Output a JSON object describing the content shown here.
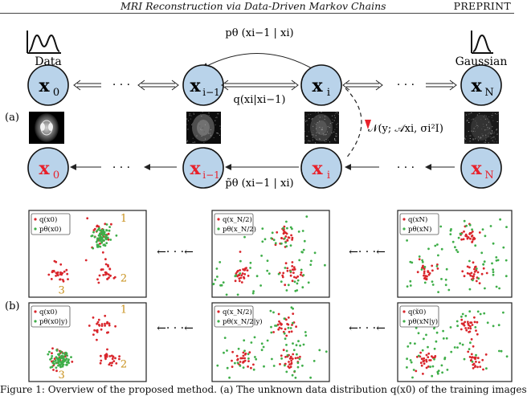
{
  "header": {
    "title": "MRI Reconstruction via Data-Driven Markov Chains",
    "preprint": "PREPRINT"
  },
  "panel_labels": {
    "a": "(a)",
    "b": "(b)"
  },
  "chain": {
    "data_label": "Data",
    "gaussian_label": "Gaussian",
    "ellipsis": "· · ·",
    "nodes_top": [
      {
        "base": "x",
        "sub": "0"
      },
      {
        "base": "x",
        "sub": "i−1"
      },
      {
        "base": "x",
        "sub": "i"
      },
      {
        "base": "x",
        "sub": "N"
      }
    ],
    "nodes_bottom": [
      {
        "base": "x",
        "sub": "0"
      },
      {
        "base": "x",
        "sub": "i−1"
      },
      {
        "base": "x",
        "sub": "i"
      },
      {
        "base": "x",
        "sub": "N"
      }
    ],
    "reverse_label": "pθ (xi−1 | xi)",
    "forward_label": "q(xi|xi−1)",
    "guided_label": "p̃θ (xi−1 | xi)",
    "likelihood_label": "𝒩(y; 𝒜xi, σi²I)",
    "colors": {
      "node_fill": "#b9d3ea",
      "bold_red": "#e8202a"
    }
  },
  "scatter_panels": {
    "row_a": [
      {
        "legend": [
          "q(x0)",
          "pθ(x0)"
        ],
        "cluster_numbers": [
          "1",
          "2",
          "3"
        ],
        "spread": 0.15
      },
      {
        "legend": [
          "q(x_N/2)",
          "pθ(x_N/2)"
        ],
        "spread": 1.0
      },
      {
        "legend": [
          "q(xN)",
          "pθ(xN)"
        ],
        "spread": 2.6
      }
    ],
    "row_b": [
      {
        "legend": [
          "q(x0)",
          "pθ(x0|y)"
        ],
        "cluster_numbers": [
          "1",
          "2",
          "3"
        ],
        "spread": 0.15
      },
      {
        "legend": [
          "q(x_N/2)",
          "pθ(x_N/2|y)"
        ],
        "spread": 1.0
      },
      {
        "legend": [
          "q(x̃0)",
          "pθ(xN|y)"
        ],
        "spread": 2.6
      }
    ],
    "arrow_text": "←· · ·←",
    "colors": {
      "red": "#d9262c",
      "green": "#3fae49",
      "number": "#c8901a"
    }
  },
  "caption": "Figure 1: Overview of the proposed method. (a) The unknown data distribution q(x0) of the training images"
}
